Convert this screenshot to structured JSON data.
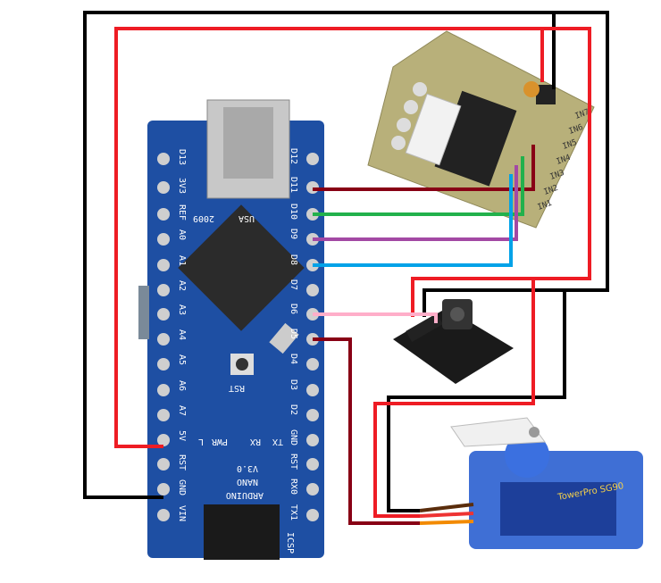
{
  "arduino": {
    "right_pins": [
      "D12",
      "D11",
      "D10",
      "D9",
      "D8",
      "D7",
      "D6",
      "D5",
      "D4",
      "D3",
      "D2",
      "GND",
      "RST",
      "RX0",
      "TX1"
    ],
    "left_pins": [
      "D13",
      "3V3",
      "REF",
      "A0",
      "A1",
      "A2",
      "A3",
      "A4",
      "A5",
      "A6",
      "A7",
      "5V",
      "RST",
      "GND",
      "VIN"
    ],
    "board_text": {
      "usa": "USA",
      "year": "2009",
      "rst": "RST",
      "pwr": "PWR",
      "rx": "RX",
      "tx": "TX",
      "l": "L",
      "name": "ARDUINO",
      "model": "NANO",
      "version": "V3.0",
      "icsp": "ICSP"
    }
  },
  "driver": {
    "inputs": [
      "IN1",
      "IN2",
      "IN3",
      "IN4",
      "IN5",
      "IN6",
      "IN7"
    ]
  },
  "servo": {
    "label": "TowerPro SG90"
  },
  "wire_colors": {
    "gnd": "#000000",
    "vcc": "#ee1c24",
    "d11": "#880015",
    "d10": "#22b14c",
    "d9": "#a349a4",
    "d8": "#00a2e8",
    "d6": "#ffaec9",
    "d5": "#880015"
  }
}
